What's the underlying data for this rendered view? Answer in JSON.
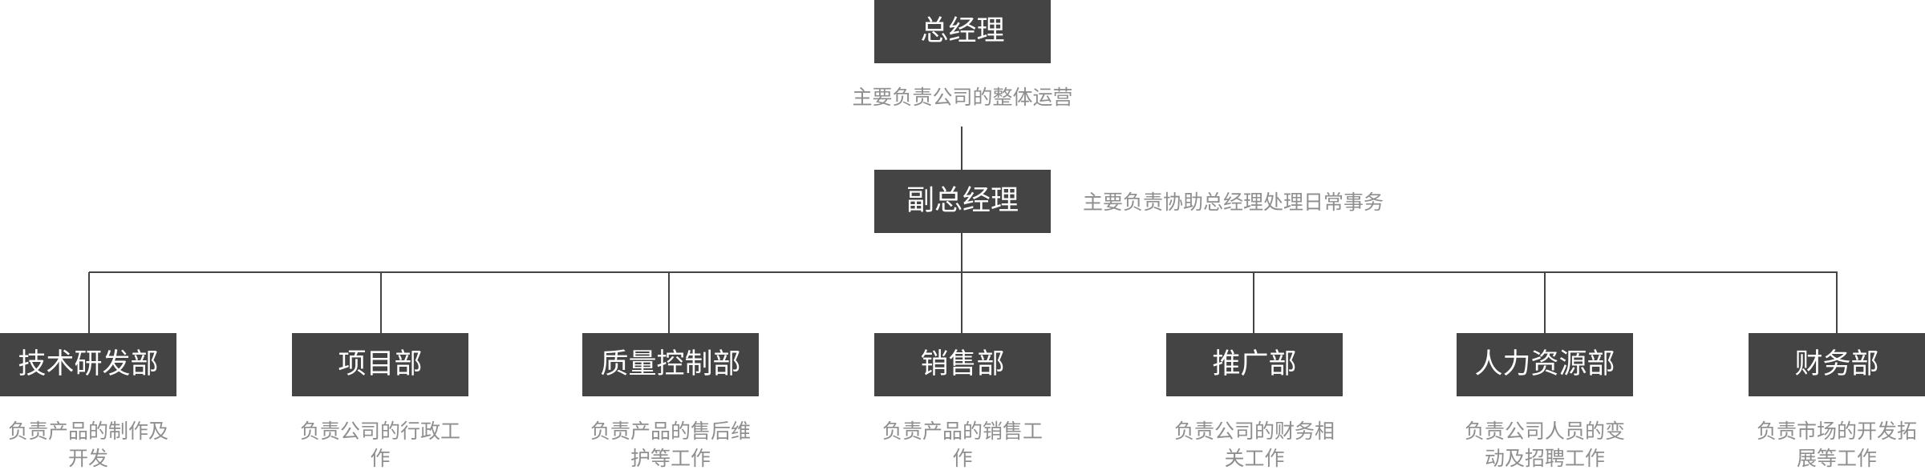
{
  "diagram": {
    "ceo": {
      "title": "总经理",
      "description": "主要负责公司的整体运营"
    },
    "vice_ceo": {
      "title": "副总经理",
      "description": "主要负责协助总经理处理日常事务"
    },
    "departments": [
      {
        "name": "技术研发部",
        "description": "负责产品的制作及开发"
      },
      {
        "name": "项目部",
        "description": "负责公司的行政工作"
      },
      {
        "name": "质量控制部",
        "description": "负责产品的售后维护等工作"
      },
      {
        "name": "销售部",
        "description": "负责产品的销售工作"
      },
      {
        "name": "推广部",
        "description": "负责公司的财务相关工作"
      },
      {
        "name": "人力资源部",
        "description": "负责公司人员的变动及招聘工作"
      },
      {
        "name": "财务部",
        "description": "负责市场的开发拓展等工作"
      }
    ]
  }
}
